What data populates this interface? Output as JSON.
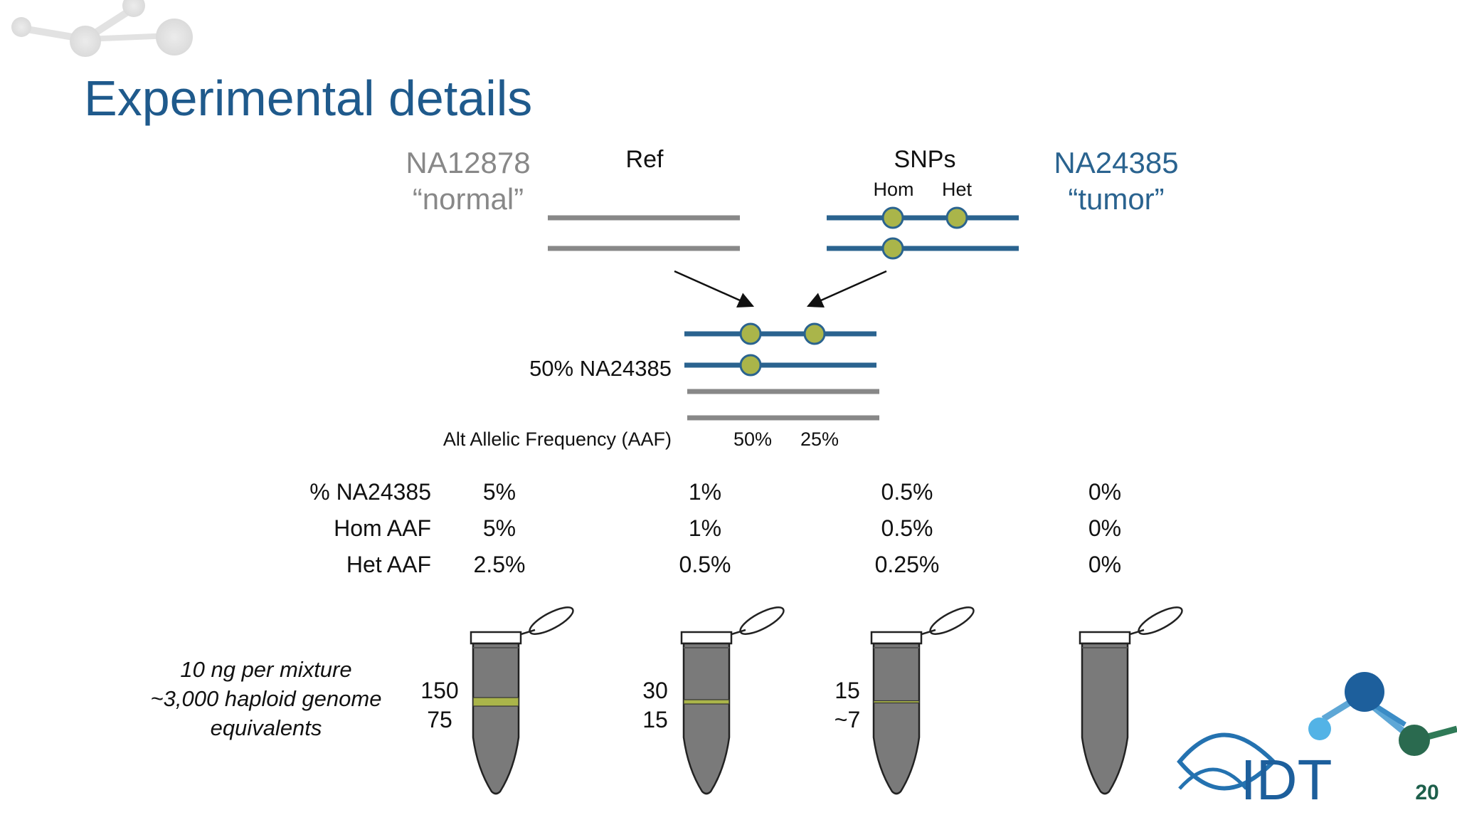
{
  "slide": {
    "title": "Experimental details",
    "page_number": "20",
    "logo_text": "IDT",
    "colors": {
      "title_blue": "#1f5a8c",
      "strand_blue": "#2a638f",
      "strand_gray": "#888888",
      "snp_dot": "#aab54a",
      "tube_gray": "#7a7a7a",
      "page_num_green": "#1d5f4b"
    }
  },
  "diagram": {
    "normal_sample": {
      "name": "NA12878",
      "label": "“normal”"
    },
    "tumor_sample": {
      "name": "NA24385",
      "label": "“tumor”"
    },
    "ref_label": "Ref",
    "snps_label": "SNPs",
    "hom_label": "Hom",
    "het_label": "Het",
    "mix_label": "50% NA24385",
    "aaf_label": "Alt Allelic Frequency (AAF)",
    "aaf_hom": "50%",
    "aaf_het": "25%"
  },
  "table": {
    "row_labels": [
      "% NA24385",
      "Hom AAF",
      "Het AAF"
    ],
    "columns": [
      [
        "5%",
        "5%",
        "2.5%"
      ],
      [
        "1%",
        "1%",
        "0.5%"
      ],
      [
        "0.5%",
        "0.5%",
        "0.25%"
      ],
      [
        "0%",
        "0%",
        "0%"
      ]
    ]
  },
  "tubes": {
    "note_lines": [
      "10 ng per mixture",
      "~3,000 haploid genome",
      "equivalents"
    ],
    "counts": [
      {
        "top": "150",
        "bottom": "75"
      },
      {
        "top": "30",
        "bottom": "15"
      },
      {
        "top": "15",
        "bottom": "~7"
      },
      {
        "top": "",
        "bottom": ""
      }
    ],
    "band_levels": [
      1.0,
      0.5,
      0.25,
      0
    ]
  }
}
